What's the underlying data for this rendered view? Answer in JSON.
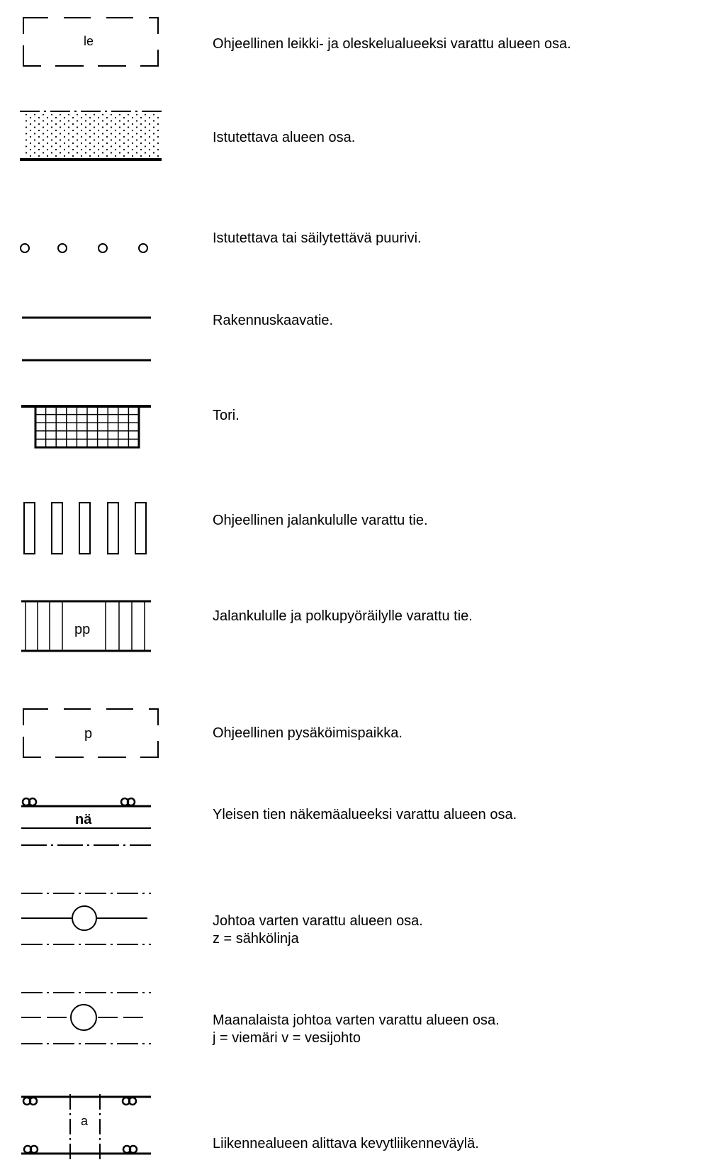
{
  "legend": {
    "items": [
      {
        "id": "leikki",
        "symbol_label": "le",
        "text": "Ohjeellinen leikki- ja oleskelualueeksi varattu alueen osa."
      },
      {
        "id": "istutettava-alue",
        "text": "Istutettava alueen osa."
      },
      {
        "id": "puurivi",
        "text": "Istutettava tai säilytettävä puurivi."
      },
      {
        "id": "rakennuskaavatie",
        "text": "Rakennuskaavatie."
      },
      {
        "id": "tori",
        "text": "Tori."
      },
      {
        "id": "jalankulku",
        "text": "Ohjeellinen jalankululle varattu tie."
      },
      {
        "id": "jalankulku-polkupyora",
        "symbol_label": "pp",
        "text": "Jalankululle ja polkupyöräilylle varattu tie."
      },
      {
        "id": "pysakointi",
        "symbol_label": "p",
        "text": "Ohjeellinen pysäköimispaikka."
      },
      {
        "id": "nakemaalue",
        "symbol_label": "nä",
        "text": "Yleisen tien näkemäalueeksi varattu alueen osa."
      },
      {
        "id": "johto",
        "text": "Johtoa varten varattu alueen osa.",
        "subtext": "z = sähkölinja"
      },
      {
        "id": "maanalainen-johto",
        "text": "Maanalaista johtoa varten varattu alueen osa.",
        "subtext": "j = viemäri v = vesijohto"
      },
      {
        "id": "kevytliikenne",
        "symbol_label": "a",
        "text": "Liikennealueen alittava kevytliikenneväylä."
      }
    ]
  }
}
